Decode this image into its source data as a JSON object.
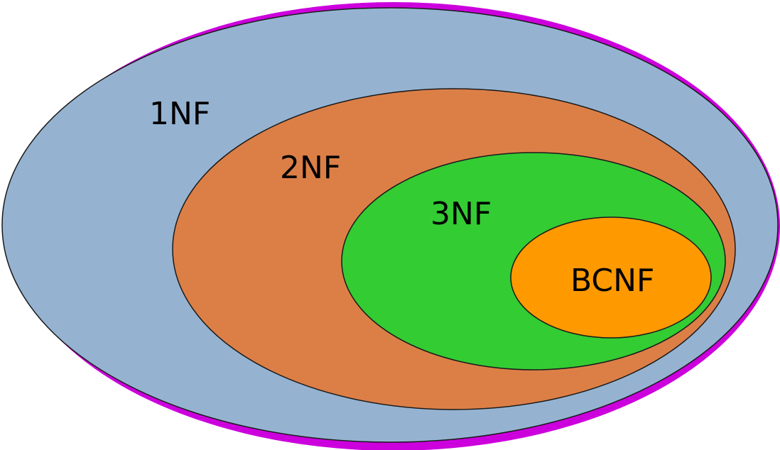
{
  "diagram": {
    "colors": {
      "outer_rim": "#cc00dd",
      "nf1": "#95b3d1",
      "nf2": "#dc7f47",
      "nf3": "#33cc33",
      "bcnf": "#ff9900",
      "stroke": "#1a1a1a"
    },
    "labels": {
      "nf1": "1NF",
      "nf2": "2NF",
      "nf3": "3NF",
      "bcnf": "BCNF"
    }
  }
}
